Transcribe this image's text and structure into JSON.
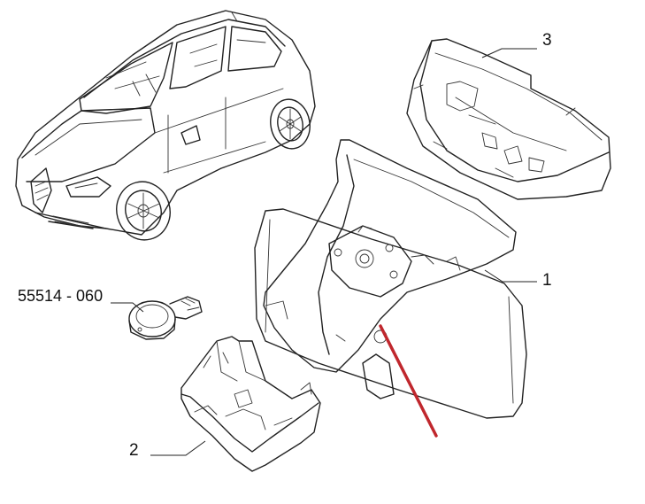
{
  "labels": {
    "part_1": "1",
    "part_2": "2",
    "part_3": "3",
    "sensor_part_number": "55514 - 060"
  },
  "colors": {
    "line_art": "#222222",
    "highlight_line": "#c0272d",
    "background": "#ffffff"
  }
}
